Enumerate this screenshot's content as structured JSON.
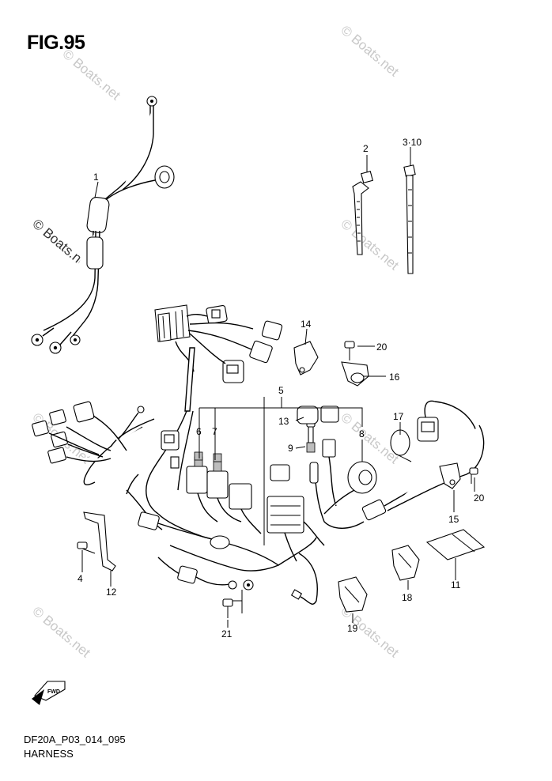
{
  "figure_label": "FIG.95",
  "drawing_code": "DF20A_P03_014_095",
  "drawing_name": "HARNESS",
  "fwd_label": "FWD",
  "watermark": "© Boats.net",
  "callouts": [
    "1",
    "2",
    "3·10",
    "4",
    "5",
    "6",
    "7",
    "8",
    "9",
    "11",
    "12",
    "13",
    "14",
    "15",
    "16",
    "17",
    "18",
    "19",
    "20",
    "20",
    "21"
  ]
}
